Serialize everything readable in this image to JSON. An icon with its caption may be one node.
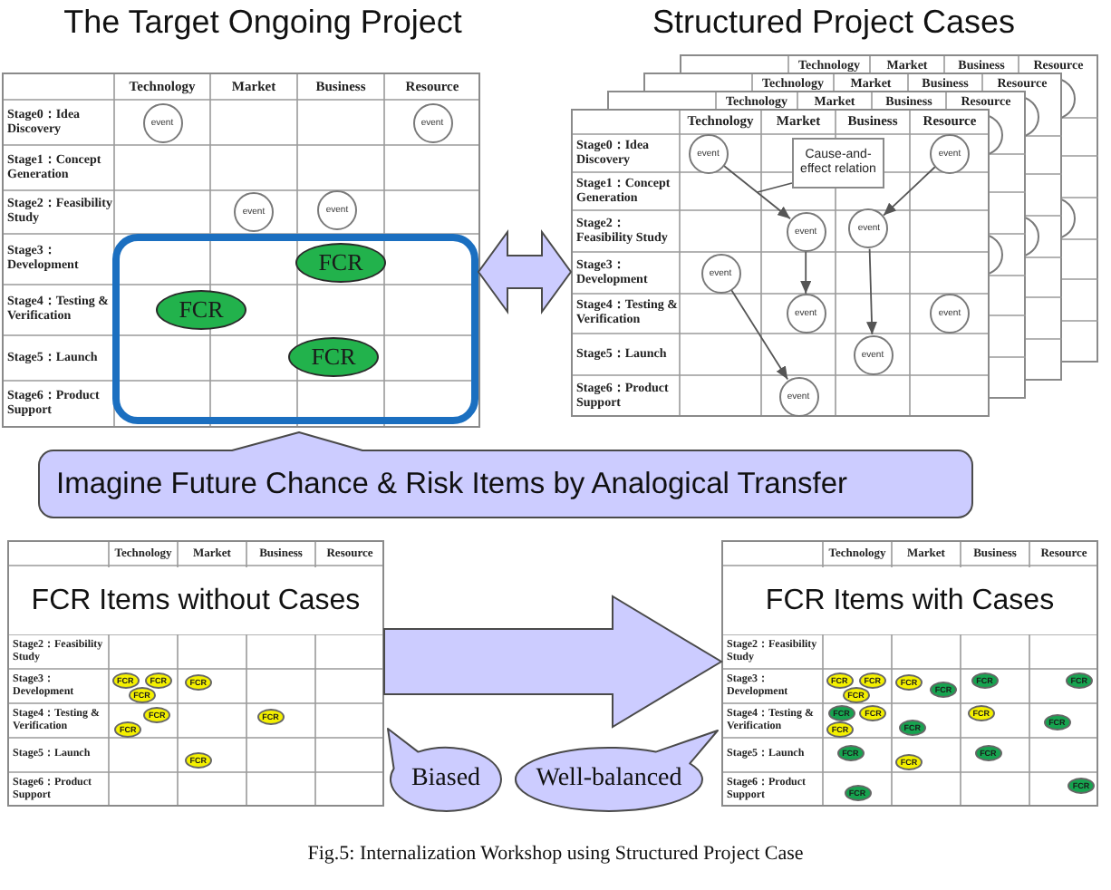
{
  "diagram": {
    "caption": "Fig.5: Internalization Workshop using Structured Project Case",
    "nodes": [
      {
        "text": [
          "Technology",
          "Market",
          "Business",
          "Resource",
          "Stage0：Idea Discovery",
          "Stage1：Concept Generation",
          "Stage2：Feasibility Study",
          "Stage3：Development",
          "Stage4：Testing & Verification",
          "Stage5：Launch",
          "Stage6：Product Support"
        ]
      },
      {
        "text": [
          "event"
        ],
        "in": 0
      },
      {
        "text": [
          "event"
        ],
        "in": 0
      },
      {
        "text": [
          "event"
        ],
        "in": 0
      },
      {
        "text": [
          "event"
        ],
        "in": 0
      },
      {
        "text": [],
        "shape": "box",
        "in": 0
      },
      {
        "text": [
          "FCR"
        ],
        "in": 5
      },
      {
        "text": [
          "FCR"
        ],
        "in": 5
      },
      {
        "text": [
          "FCR"
        ],
        "in": 5
      },
      {
        "text": [
          "Technology",
          "Market",
          "Business",
          "Resource"
        ]
      },
      {
        "text": [
          "Technology",
          "Market",
          "Business",
          "Resource"
        ]
      },
      {
        "text": [
          "Technology",
          "Market",
          "Business",
          "Resource"
        ]
      },
      {
        "text": [
          "Technology",
          "Market",
          "Business",
          "Resource",
          "Stage0：Idea Discovery",
          "Stage1：Concept Generation",
          "Stage2：Feasibility Study",
          "Stage3：Development",
          "Stage4：Testing & Verification",
          "Stage5：Launch",
          "Stage6：Product Support"
        ]
      },
      {
        "text": [
          "event"
        ],
        "in": 12
      },
      {
        "text": [
          "event"
        ],
        "in": 12
      },
      {
        "text": [
          "event"
        ],
        "in": 12
      },
      {
        "text": [
          "event"
        ],
        "in": 12
      },
      {
        "text": [
          "event"
        ],
        "in": 12
      },
      {
        "text": [
          "event"
        ],
        "in": 12
      },
      {
        "text": [
          "event"
        ],
        "in": 12
      },
      {
        "text": [
          "event"
        ],
        "in": 12
      },
      {
        "text": [
          "event"
        ],
        "in": 12
      },
      {
        "text": [
          "Cause-and-effect relation"
        ],
        "in": 12
      },
      {
        "text": [
          "Imagine Future Chance & Risk Items by Analogical Transfer"
        ]
      },
      {
        "text": [
          "Technology",
          "Market",
          "Business",
          "Resource",
          "FCR Items without Cases",
          "Stage2：Feasibility Study",
          "Stage3：Development",
          "Stage4：Testing & Verification",
          "Stage5：Launch",
          "Stage6：Product Support"
        ]
      },
      {
        "text": [
          "FCR"
        ],
        "in": 24
      },
      {
        "text": [
          "FCR"
        ],
        "in": 24
      },
      {
        "text": [
          "FCR"
        ],
        "in": 24
      },
      {
        "text": [
          "FCR"
        ],
        "in": 24
      },
      {
        "text": [
          "FCR"
        ],
        "in": 24
      },
      {
        "text": [
          "FCR"
        ],
        "in": 24
      },
      {
        "text": [
          "FCR"
        ],
        "in": 24
      },
      {
        "text": [
          "FCR"
        ],
        "in": 24
      },
      {
        "text": [
          "Technology",
          "Market",
          "Business",
          "Resource",
          "FCR Items with Cases",
          "Stage2：Feasibility Study",
          "Stage3：Development",
          "Stage4：Testing & Verification",
          "Stage5：Launch",
          "Stage6：Product Support"
        ]
      },
      {
        "text": [
          "FCR"
        ],
        "in": 33
      },
      {
        "text": [
          "FCR"
        ],
        "in": 33
      },
      {
        "text": [
          "FCR"
        ],
        "in": 33
      },
      {
        "text": [
          "FCR"
        ],
        "in": 33
      },
      {
        "text": [
          "FCR"
        ],
        "in": 33
      },
      {
        "text": [
          "FCR"
        ],
        "in": 33
      },
      {
        "text": [
          "FCR"
        ],
        "in": 33
      },
      {
        "text": [
          "FCR"
        ],
        "in": 33
      },
      {
        "text": [
          "FCR"
        ],
        "in": 33
      },
      {
        "text": [
          "FCR"
        ],
        "in": 33
      },
      {
        "text": [
          "FCR"
        ],
        "in": 33
      },
      {
        "text": [
          "FCR"
        ],
        "in": 33
      },
      {
        "text": [
          "FCR"
        ],
        "in": 33
      },
      {
        "text": [
          "FCR"
        ],
        "in": 33
      },
      {
        "text": [
          "FCR"
        ],
        "in": 33
      },
      {
        "text": [
          "FCR"
        ],
        "in": 33
      },
      {
        "text": [
          "FCR"
        ],
        "in": 33
      },
      {
        "text": [
          "FCR"
        ],
        "in": 33
      },
      {
        "text": [
          "Biased"
        ]
      },
      {
        "text": [
          "Well-balanced"
        ]
      }
    ],
    "edges": [
      {
        "from": 13,
        "to": 15,
        "arrow": "to"
      },
      {
        "from": 14,
        "to": 16,
        "arrow": "to"
      },
      {
        "from": 15,
        "to": 18,
        "arrow": "to"
      },
      {
        "from": 16,
        "to": 20,
        "arrow": "to"
      },
      {
        "from": 17,
        "to": 21,
        "arrow": "to"
      },
      {
        "from": 22,
        "to": null,
        "arrow": "none"
      },
      {
        "from": 5,
        "to": 12,
        "arrow": "both",
        "style": "thick",
        "color": "#ccccff"
      },
      {
        "from": 24,
        "to": 33,
        "arrow": "to",
        "style": "thick",
        "color": "#ccccff"
      }
    ],
    "labels": [
      "The Target Ongoing Project",
      "Structured Project Cases"
    ]
  }
}
